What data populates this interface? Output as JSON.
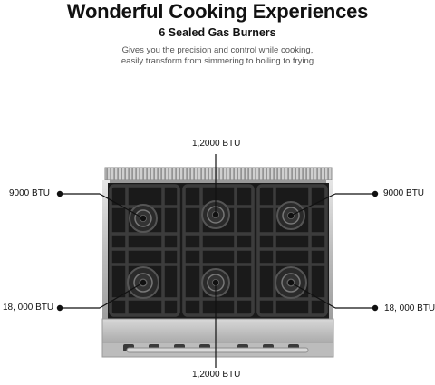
{
  "header": {
    "title": "Wonderful Cooking Experiences",
    "subtitle": "6 Sealed Gas Burners",
    "description_lines": [
      "Gives you the precision and control while cooking,",
      "easily transform from simmering to boiling to frying"
    ]
  },
  "burners": {
    "top_center": "1,2000 BTU",
    "top_left": "9000 BTU",
    "top_right": "9000 BTU",
    "bottom_left": "18, 000 BTU",
    "bottom_right": "18, 000 BTU",
    "bottom_center": "1,2000 BTU"
  },
  "colors": {
    "steel": "#b9b9b9",
    "grate": "#2b2b2b",
    "cooktop": "#1c1c1c"
  }
}
